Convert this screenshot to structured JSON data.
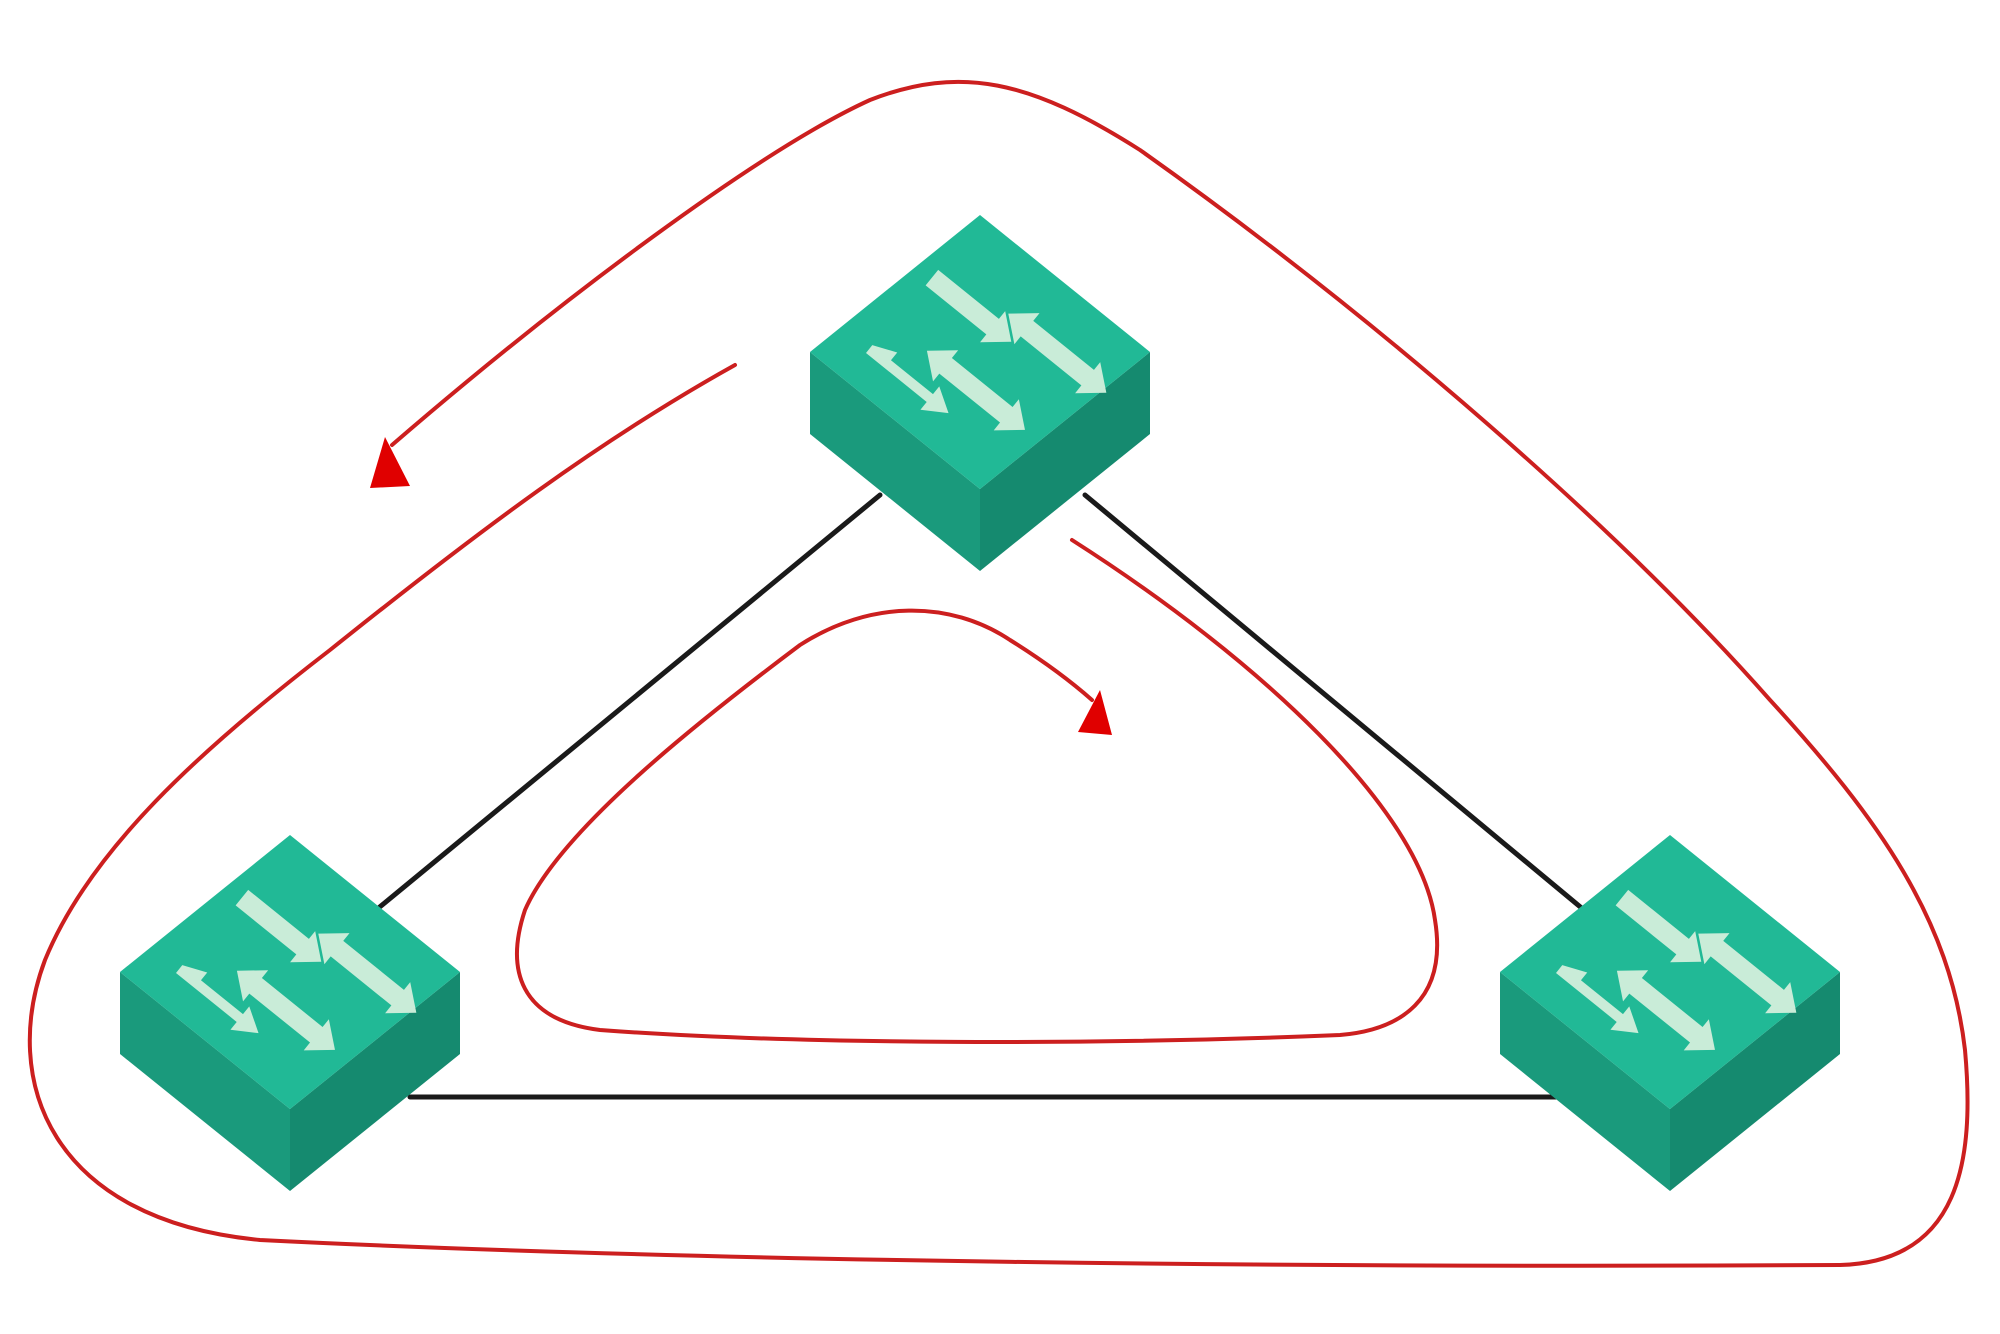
{
  "diagram": {
    "kind": "switching-loop",
    "description_visible_text": "",
    "colors": {
      "background": "#ffffff",
      "link": "#1a1a1a",
      "loop": "#cc1f1f",
      "arrowhead": "#e00000",
      "switch_top": "#21b996",
      "switch_left": "#1a9a7c",
      "switch_right": "#158a6f",
      "switch_arrow": "#c9ecd8"
    },
    "nodes": [
      {
        "id": "switch-top",
        "icon": "network-switch-icon"
      },
      {
        "id": "switch-left",
        "icon": "network-switch-icon"
      },
      {
        "id": "switch-right",
        "icon": "network-switch-icon"
      }
    ],
    "links": [
      {
        "from": "switch-top",
        "to": "switch-left"
      },
      {
        "from": "switch-top",
        "to": "switch-right"
      },
      {
        "from": "switch-left",
        "to": "switch-right"
      }
    ],
    "loops": [
      {
        "name": "outer-loop",
        "direction": "counter-clockwise"
      },
      {
        "name": "inner-loop",
        "direction": "clockwise"
      }
    ]
  }
}
